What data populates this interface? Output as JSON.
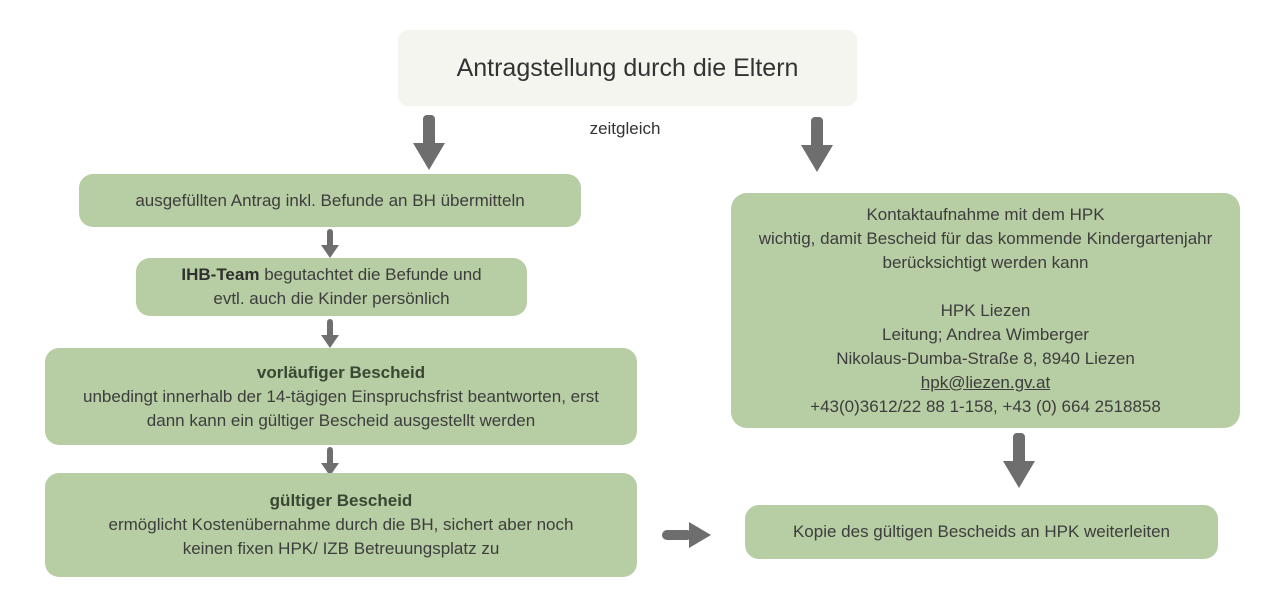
{
  "colors": {
    "box_green": "#b7cda3",
    "title_bg": "#f3f5ee",
    "arrow_gray": "#6e6e6e",
    "heading_green": "#3a4733",
    "body_text": "#3d3d3d"
  },
  "title": "Antragstellung durch die Eltern",
  "zeitgleich_label": "zeitgleich",
  "left_flow": {
    "step1": "ausgefüllten Antrag inkl. Befunde an BH übermitteln",
    "step2": {
      "bold": "IHB-Team",
      "line1_rest": " begutachtet die Befunde und",
      "line2": "evtl. auch die Kinder persönlich"
    },
    "step3": {
      "heading": "vorläufiger Bescheid",
      "line1": "unbedingt innerhalb der 14-tägigen Einspruchsfrist beantworten, erst",
      "line2": "dann kann ein gültiger Bescheid ausgestellt werden"
    },
    "step4": {
      "heading": "gültiger Bescheid",
      "line1": "ermöglicht Kostenübernahme durch die BH, sichert aber noch",
      "line2": "keinen fixen HPK/ IZB Betreuungsplatz zu"
    }
  },
  "right_flow": {
    "contact": {
      "heading": "Kontaktaufnahme mit dem HPK",
      "note_line1": "wichtig, damit Bescheid für das kommende Kindergartenjahr",
      "note_line2": "berücksichtigt werden kann",
      "org": "HPK Liezen",
      "leader": "Leitung; Andrea Wimberger",
      "address": "Nikolaus-Dumba-Straße 8, 8940 Liezen",
      "email": "hpk@liezen.gv.at",
      "phones": "+43(0)3612/22 88 1-158, +43 (0) 664 2518858"
    },
    "forward": "Kopie des gültigen Bescheids an HPK weiterleiten"
  }
}
